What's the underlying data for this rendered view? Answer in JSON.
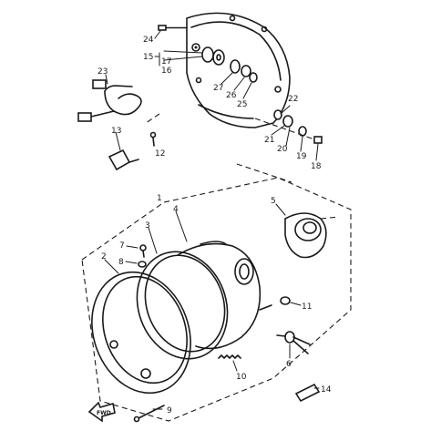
{
  "labels": {
    "p1": "1",
    "p2": "2",
    "p3": "3",
    "p4": "4",
    "p5": "5",
    "p6": "6",
    "p7": "7",
    "p8": "8",
    "p9": "9",
    "p10": "10",
    "p11": "11",
    "p12": "12",
    "p13": "13",
    "p14": "14",
    "p15": "15",
    "p16": "16",
    "p17": "17",
    "p18": "18",
    "p19": "19",
    "p20": "20",
    "p21": "21",
    "p22": "22",
    "p23": "23",
    "p24": "24",
    "p25": "25",
    "p26": "26",
    "p27": "27"
  },
  "forward_label": "FWD"
}
